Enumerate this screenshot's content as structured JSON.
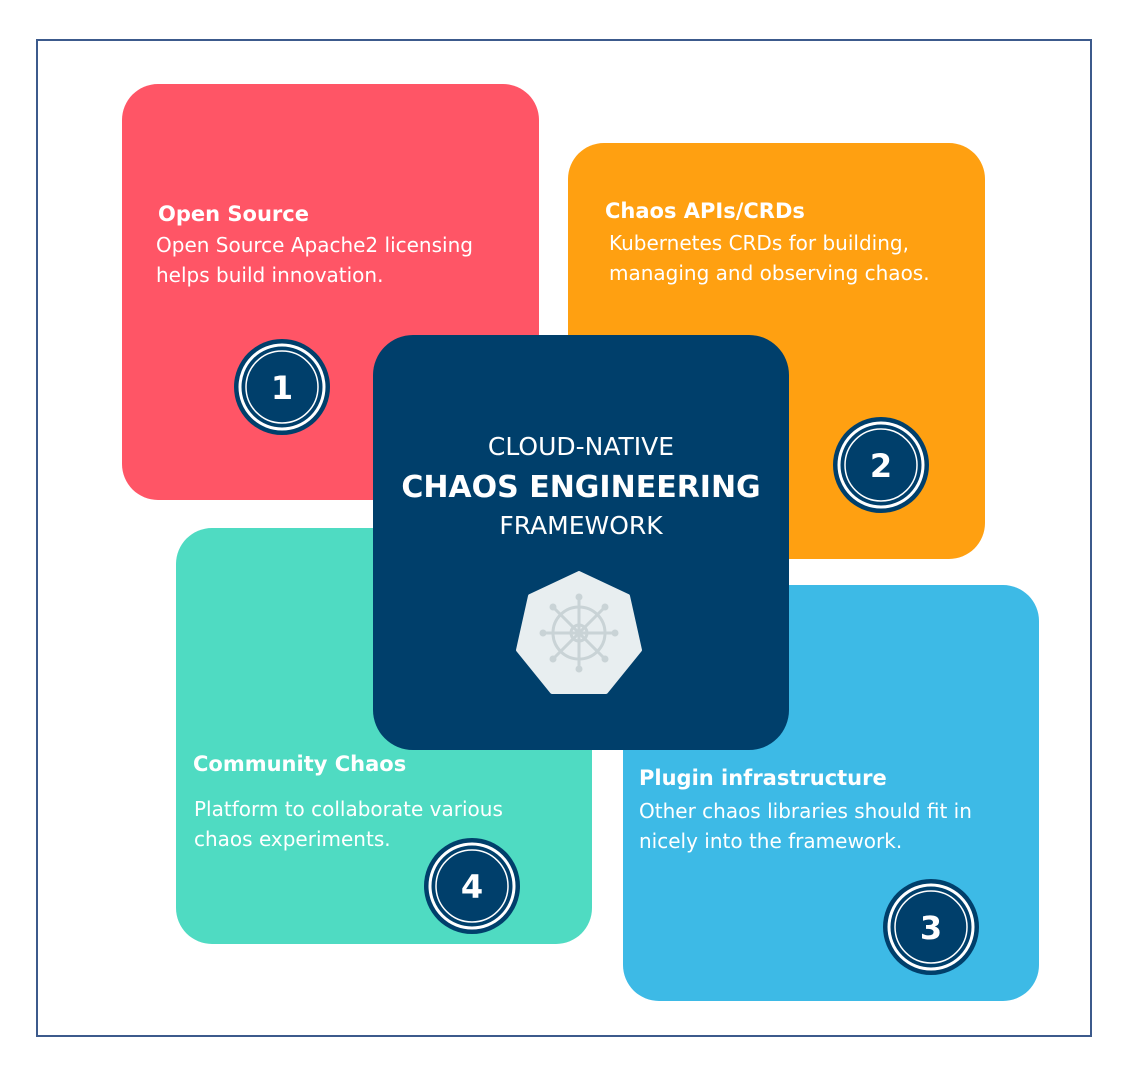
{
  "center": {
    "line1": "CLOUD-NATIVE",
    "line2": "CHAOS ENGINEERING",
    "line3": "FRAMEWORK",
    "logo_icon": "kubernetes-helm-wheel-icon",
    "bg_color": "#003f6b"
  },
  "cards": [
    {
      "number": "1",
      "title": "Open Source",
      "desc_line1": "Open Source Apache2 licensing",
      "desc_line2": "helps build innovation.",
      "color": "#ff5566"
    },
    {
      "number": "2",
      "title": "Chaos APIs/CRDs",
      "desc_line1": "Kubernetes CRDs for building,",
      "desc_line2": "managing and observing chaos.",
      "color": "#ffa011"
    },
    {
      "number": "3",
      "title": "Plugin infrastructure",
      "desc_line1": "Other chaos libraries should fit in",
      "desc_line2": "nicely into the framework.",
      "color": "#3dbae6"
    },
    {
      "number": "4",
      "title": "Community Chaos",
      "desc_line1": "Platform to collaborate various",
      "desc_line2": "chaos experiments.",
      "color": "#4fdbc2"
    }
  ]
}
